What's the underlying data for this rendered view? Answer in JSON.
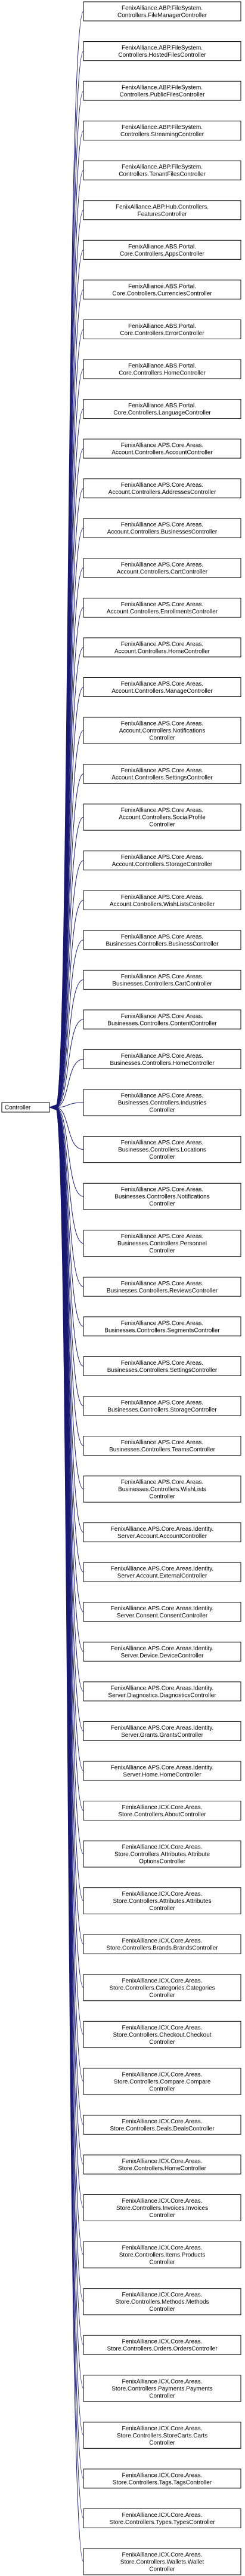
{
  "diagram": {
    "root": {
      "label": "Controller"
    },
    "derived": [
      [
        "FenixAlliance.ABP.FileSystem.",
        "Controllers.FileManagerController"
      ],
      [
        "FenixAlliance.ABP.FileSystem.",
        "Controllers.HostedFilesController"
      ],
      [
        "FenixAlliance.ABP.FileSystem.",
        "Controllers.PublicFilesController"
      ],
      [
        "FenixAlliance.ABP.FileSystem.",
        "Controllers.StreamingController"
      ],
      [
        "FenixAlliance.ABP.FileSystem.",
        "Controllers.TenantFilesController"
      ],
      [
        "FenixAlliance.ABP.Hub.Controllers.",
        "FeaturesController"
      ],
      [
        "FenixAlliance.ABS.Portal.",
        "Core.Controllers.AppsController"
      ],
      [
        "FenixAlliance.ABS.Portal.",
        "Core.Controllers.CurrenciesController"
      ],
      [
        "FenixAlliance.ABS.Portal.",
        "Core.Controllers.ErrorController"
      ],
      [
        "FenixAlliance.ABS.Portal.",
        "Core.Controllers.HomeController"
      ],
      [
        "FenixAlliance.ABS.Portal.",
        "Core.Controllers.LanguageController"
      ],
      [
        "FenixAlliance.APS.Core.Areas.",
        "Account.Controllers.AccountController"
      ],
      [
        "FenixAlliance.APS.Core.Areas.",
        "Account.Controllers.AddressesController"
      ],
      [
        "FenixAlliance.APS.Core.Areas.",
        "Account.Controllers.BusinessesController"
      ],
      [
        "FenixAlliance.APS.Core.Areas.",
        "Account.Controllers.CartController"
      ],
      [
        "FenixAlliance.APS.Core.Areas.",
        "Account.Controllers.EnrollmentsController"
      ],
      [
        "FenixAlliance.APS.Core.Areas.",
        "Account.Controllers.HomeController"
      ],
      [
        "FenixAlliance.APS.Core.Areas.",
        "Account.Controllers.ManageController"
      ],
      [
        "FenixAlliance.APS.Core.Areas.",
        "Account.Controllers.Notifications",
        "Controller"
      ],
      [
        "FenixAlliance.APS.Core.Areas.",
        "Account.Controllers.SettingsController"
      ],
      [
        "FenixAlliance.APS.Core.Areas.",
        "Account.Controllers.SocialProfile",
        "Controller"
      ],
      [
        "FenixAlliance.APS.Core.Areas.",
        "Account.Controllers.StorageController"
      ],
      [
        "FenixAlliance.APS.Core.Areas.",
        "Account.Controllers.WishListsController"
      ],
      [
        "FenixAlliance.APS.Core.Areas.",
        "Businesses.Controllers.BusinessController"
      ],
      [
        "FenixAlliance.APS.Core.Areas.",
        "Businesses.Controllers.CartController"
      ],
      [
        "FenixAlliance.APS.Core.Areas.",
        "Businesses.Controllers.ContentController"
      ],
      [
        "FenixAlliance.APS.Core.Areas.",
        "Businesses.Controllers.HomeController"
      ],
      [
        "FenixAlliance.APS.Core.Areas.",
        "Businesses.Controllers.Industries",
        "Controller"
      ],
      [
        "FenixAlliance.APS.Core.Areas.",
        "Businesses.Controllers.Locations",
        "Controller"
      ],
      [
        "FenixAlliance.APS.Core.Areas.",
        "Businesses.Controllers.Notifications",
        "Controller"
      ],
      [
        "FenixAlliance.APS.Core.Areas.",
        "Businesses.Controllers.Personnel",
        "Controller"
      ],
      [
        "FenixAlliance.APS.Core.Areas.",
        "Businesses.Controllers.ReviewsController"
      ],
      [
        "FenixAlliance.APS.Core.Areas.",
        "Businesses.Controllers.SegmentsController"
      ],
      [
        "FenixAlliance.APS.Core.Areas.",
        "Businesses.Controllers.SettingsController"
      ],
      [
        "FenixAlliance.APS.Core.Areas.",
        "Businesses.Controllers.StorageController"
      ],
      [
        "FenixAlliance.APS.Core.Areas.",
        "Businesses.Controllers.TeamsController"
      ],
      [
        "FenixAlliance.APS.Core.Areas.",
        "Businesses.Controllers.WishLists",
        "Controller"
      ],
      [
        "FenixAlliance.APS.Core.Areas.Identity.",
        "Server.Account.AccountController"
      ],
      [
        "FenixAlliance.APS.Core.Areas.Identity.",
        "Server.Account.ExternalController"
      ],
      [
        "FenixAlliance.APS.Core.Areas.Identity.",
        "Server.Consent.ConsentController"
      ],
      [
        "FenixAlliance.APS.Core.Areas.Identity.",
        "Server.Device.DeviceController"
      ],
      [
        "FenixAlliance.APS.Core.Areas.Identity.",
        "Server.Diagnostics.DiagnosticsController"
      ],
      [
        "FenixAlliance.APS.Core.Areas.Identity.",
        "Server.Grants.GrantsController"
      ],
      [
        "FenixAlliance.APS.Core.Areas.Identity.",
        "Server.Home.HomeController"
      ],
      [
        "FenixAlliance.ICX.Core.Areas.",
        "Store.Controllers.AboutController"
      ],
      [
        "FenixAlliance.ICX.Core.Areas.",
        "Store.Controllers.Attributes.Attribute",
        "OptionsController"
      ],
      [
        "FenixAlliance.ICX.Core.Areas.",
        "Store.Controllers.Attributes.Attributes",
        "Controller"
      ],
      [
        "FenixAlliance.ICX.Core.Areas.",
        "Store.Controllers.Brands.BrandsController"
      ],
      [
        "FenixAlliance.ICX.Core.Areas.",
        "Store.Controllers.Categories.Categories",
        "Controller"
      ],
      [
        "FenixAlliance.ICX.Core.Areas.",
        "Store.Controllers.Checkout.Checkout",
        "Controller"
      ],
      [
        "FenixAlliance.ICX.Core.Areas.",
        "Store.Controllers.Compare.Compare",
        "Controller"
      ],
      [
        "FenixAlliance.ICX.Core.Areas.",
        "Store.Controllers.Deals.DealsController"
      ],
      [
        "FenixAlliance.ICX.Core.Areas.",
        "Store.Controllers.HomeController"
      ],
      [
        "FenixAlliance.ICX.Core.Areas.",
        "Store.Controllers.Invoices.Invoices",
        "Controller"
      ],
      [
        "FenixAlliance.ICX.Core.Areas.",
        "Store.Controllers.Items.Products",
        "Controller"
      ],
      [
        "FenixAlliance.ICX.Core.Areas.",
        "Store.Controllers.Methods.Methods",
        "Controller"
      ],
      [
        "FenixAlliance.ICX.Core.Areas.",
        "Store.Controllers.Orders.OrdersController"
      ],
      [
        "FenixAlliance.ICX.Core.Areas.",
        "Store.Controllers.Payments.Payments",
        "Controller"
      ],
      [
        "FenixAlliance.ICX.Core.Areas.",
        "Store.Controllers.StoreCarts.Carts",
        "Controller"
      ],
      [
        "FenixAlliance.ICX.Core.Areas.",
        "Store.Controllers.Tags.TagsController"
      ],
      [
        "FenixAlliance.ICX.Core.Areas.",
        "Store.Controllers.Types.TypesController"
      ],
      [
        "FenixAlliance.ICX.Core.Areas.",
        "Store.Controllers.Wallets.Wallet",
        "Controller"
      ]
    ],
    "colors": {
      "edge": "#191970",
      "box_border": "#000000",
      "text": "#000000",
      "background": "#ffffff"
    }
  }
}
